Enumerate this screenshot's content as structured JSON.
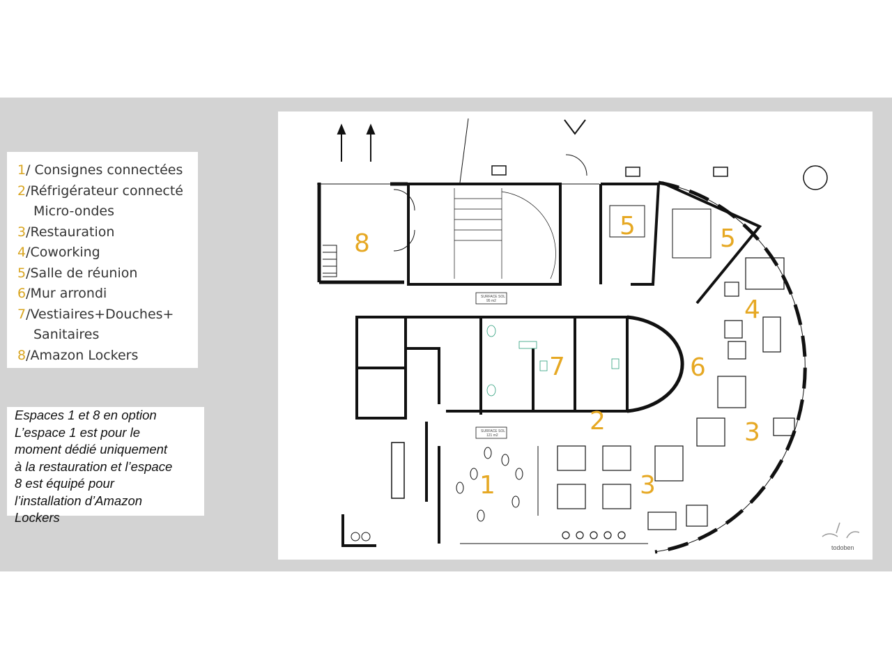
{
  "legend": {
    "items": [
      {
        "num": "1",
        "label": "/ Consignes connectées"
      },
      {
        "num": "2",
        "label": "/Réfrigérateur connecté",
        "cont": "Micro-ondes"
      },
      {
        "num": "3",
        "label": "/Restauration"
      },
      {
        "num": "4",
        "label": "/Coworking"
      },
      {
        "num": "5",
        "label": "/Salle de réunion"
      },
      {
        "num": "6",
        "label": "/Mur arrondi"
      },
      {
        "num": "7",
        "label": "/Vestiaires+Douches+",
        "cont": "Sanitaires"
      },
      {
        "num": "8",
        "label": "/Amazon Lockers"
      }
    ]
  },
  "note": {
    "lines": [
      "Espaces 1 et 8 en option",
      "L’espace 1 est pour le",
      "moment dédié uniquement",
      "à la restauration et l’espace",
      "8 est équipé pour",
      "l’installation d’Amazon",
      "Lockers"
    ]
  },
  "plan": {
    "zones": {
      "z1": "1",
      "z2": "2",
      "z3a": "3",
      "z3b": "3",
      "z4": "4",
      "z5a": "5",
      "z5b": "5",
      "z6": "6",
      "z7": "7",
      "z8": "8"
    },
    "surface_top": {
      "label": "SURFACE SOL",
      "value": "95 m2"
    },
    "surface_bottom": {
      "label": "SURFACE SOL",
      "value": "121 m2"
    },
    "logo": "todoben",
    "accent_color": "#e6a823"
  }
}
